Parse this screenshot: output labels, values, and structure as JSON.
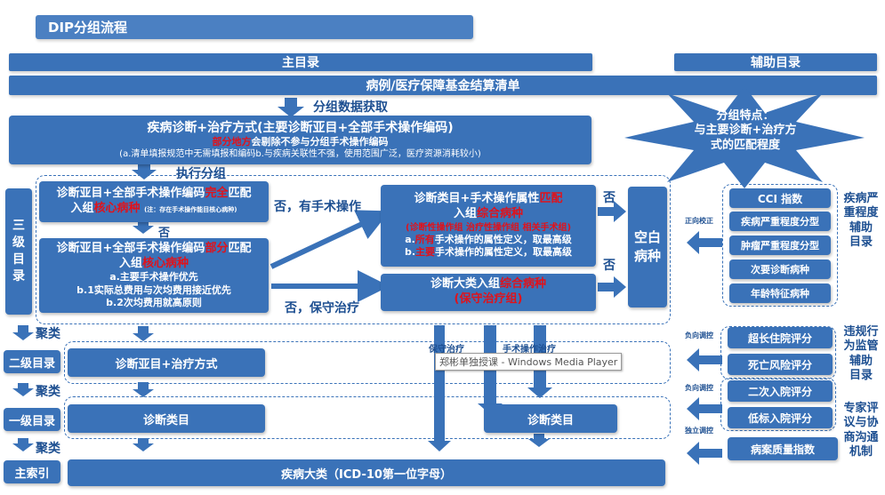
{
  "title": "DIP分组流程",
  "main_catalog": "主目录",
  "aux_catalog": "辅助目录",
  "source_list": "病例/医疗保障基金结算清单",
  "data_fetch": "分组数据获取",
  "top_box": {
    "line1": "疾病诊断+治疗方式(主要诊断亚目+全部手术操作编码)",
    "line2_red": "部分地方",
    "line2": "会剔除不参与分组手术操作编码",
    "line3": "(a.清单填报规范中无需填报和编码b.与疾病关联性不强，使用范围广泛，医疗资源消耗较小)"
  },
  "exec_group": "执行分组",
  "star": "分组特点：\n与主要诊断+治疗方\n式的匹配程度",
  "left_levels": {
    "three": "三\n级\n目\n录",
    "two": "二级目录",
    "one": "一级目录",
    "main_index": "主索引"
  },
  "cluster": "聚类",
  "box_full": {
    "a": "诊断亚目+全部手术操作编码",
    "a_red": "完全",
    "a2": "匹配",
    "b": "入组",
    "b_red": "核心病种",
    "note": "(注：存在手术操作能目核心病种)"
  },
  "no1": "否",
  "box_part": {
    "a": "诊断亚目+全部手术操作编码",
    "a_red": "部分",
    "a2": "匹配",
    "b": "入组",
    "b_red": "核心病种",
    "l1": "a.主要手术操作优先",
    "l2": "b.1实际总费用与次均费用接近优先",
    "l3": "b.2次均费用就高原则"
  },
  "no_has_op": "否，有手术操作",
  "no_conservative": "否，保守治疗",
  "box_attr": {
    "a": "诊断类目+手术操作属性",
    "a_red": "匹配",
    "b": "入组",
    "b_red": "综合病种",
    "c_red": "(诊断性操作组 治疗性操作组 相关手术组)",
    "d_red_prefix": "a.",
    "d_red": "所有",
    "d": "手术操作的属性定义，取最高级",
    "e": "b.",
    "e_red": "主要",
    "e2": "手术操作的属性定义，取最高级"
  },
  "no_right1": "否",
  "no_right2": "否",
  "box_big": {
    "a": "诊断大类入组",
    "a_red": "综合病种",
    "b_red": "(保守治疗组)"
  },
  "blank": "空白\n病种",
  "forward_correct": "正向校正",
  "aux_scores": [
    "CCI 指数",
    "疾病严重程度分型",
    "肿瘤严重程度分型",
    "次要诊断病种",
    "年龄特征病种"
  ],
  "aux_scores_label": "疾病严\n重程度\n辅助\n目录",
  "neg_adjust1": "负向调控",
  "aux_neg1": [
    "超长住院评分",
    "死亡风险评分"
  ],
  "neg_adjust2": "负向调控",
  "aux_neg2": [
    "二次入院评分",
    "低标入院评分"
  ],
  "indep_adjust": "独立调控",
  "aux_quality": "病案质量指数",
  "violation_label": "违规行\n为监管\n辅助\n目录",
  "expert_label": "专家评\n议与协\n商沟通\n机制",
  "conservative_tag": "保守治疗",
  "op_tag": "手术操作治疗",
  "level2_box": "诊断亚目+治疗方式",
  "level1_box_left": "诊断类目",
  "level1_box_right": "诊断类目",
  "main_index_box": "疾病大类（ICD-10第一位字母）",
  "tooltip": "郑彬单独授课 - Windows Media Player",
  "colors": {
    "blue": "#3a72b8",
    "dark": "#1d4f91",
    "red": "#e0121b"
  }
}
